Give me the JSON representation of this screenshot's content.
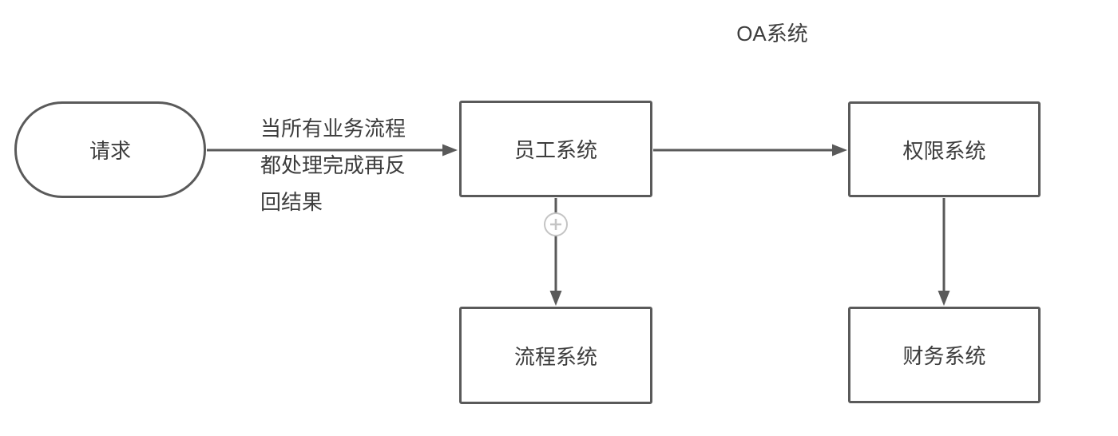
{
  "diagram": {
    "title": "OA系统",
    "nodes": {
      "request": {
        "label": "请求",
        "shape": "stadium"
      },
      "employee": {
        "label": "员工系统",
        "shape": "rect"
      },
      "permission": {
        "label": "权限系统",
        "shape": "rect"
      },
      "process": {
        "label": "流程系统",
        "shape": "rect"
      },
      "finance": {
        "label": "财务系统",
        "shape": "rect"
      }
    },
    "edges": [
      {
        "from": "请求",
        "to": "员工系统",
        "direction": "right",
        "label": "当所有业务流程都处理完成再反回结果"
      },
      {
        "from": "员工系统",
        "to": "权限系统",
        "direction": "right",
        "label": ""
      },
      {
        "from": "员工系统",
        "to": "流程系统",
        "direction": "down",
        "label": "",
        "decorator": "plus-circle"
      },
      {
        "from": "权限系统",
        "to": "财务系统",
        "direction": "down",
        "label": ""
      }
    ],
    "edge_label_lines": {
      "0": "当所有业务流程",
      "1": "都处理完成再反",
      "2": "回结果"
    },
    "colors": {
      "stroke": "#5a5a5a",
      "text": "#3d3d3d",
      "plus_icon": "#c4c4c4",
      "background": "#ffffff"
    }
  }
}
